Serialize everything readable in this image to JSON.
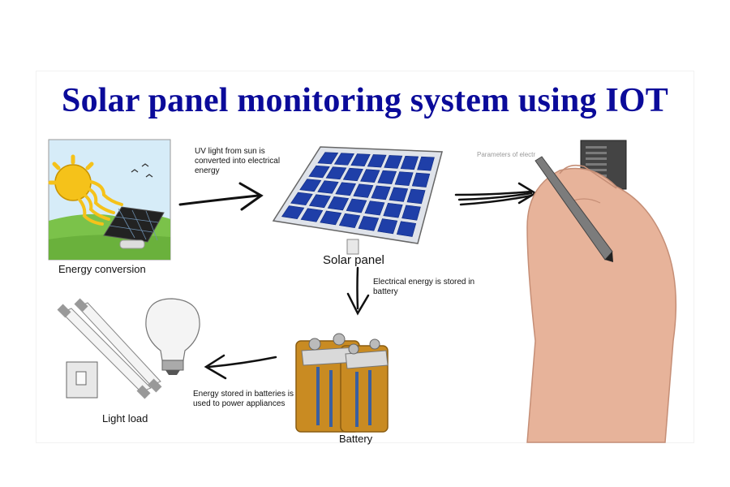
{
  "title": "Solar panel monitoring system using IOT",
  "labels": {
    "energy_conversion": "Energy conversion",
    "uv_light": "UV light from sun is converted into electrical energy",
    "solar_panel": "Solar panel",
    "stored_battery": "Electrical energy is stored in battery",
    "light_load": "Light load",
    "battery": "Battery",
    "power_appliances": "Energy stored in batteries is used to power appliances",
    "parameters": "Parameters of electr"
  },
  "colors": {
    "title": "#0b0b9a",
    "panel_cell": "#1f3fa8",
    "battery_body": "#c98b22",
    "sun": "#f5c21a",
    "grass": "#7bc24a",
    "sky": "#cfe7f5"
  },
  "icons": [
    "sun-icon",
    "solar-panel-icon",
    "battery-icon",
    "bulb-icon",
    "tube-light-icon",
    "switch-icon",
    "server-icon",
    "hand-with-pen"
  ]
}
